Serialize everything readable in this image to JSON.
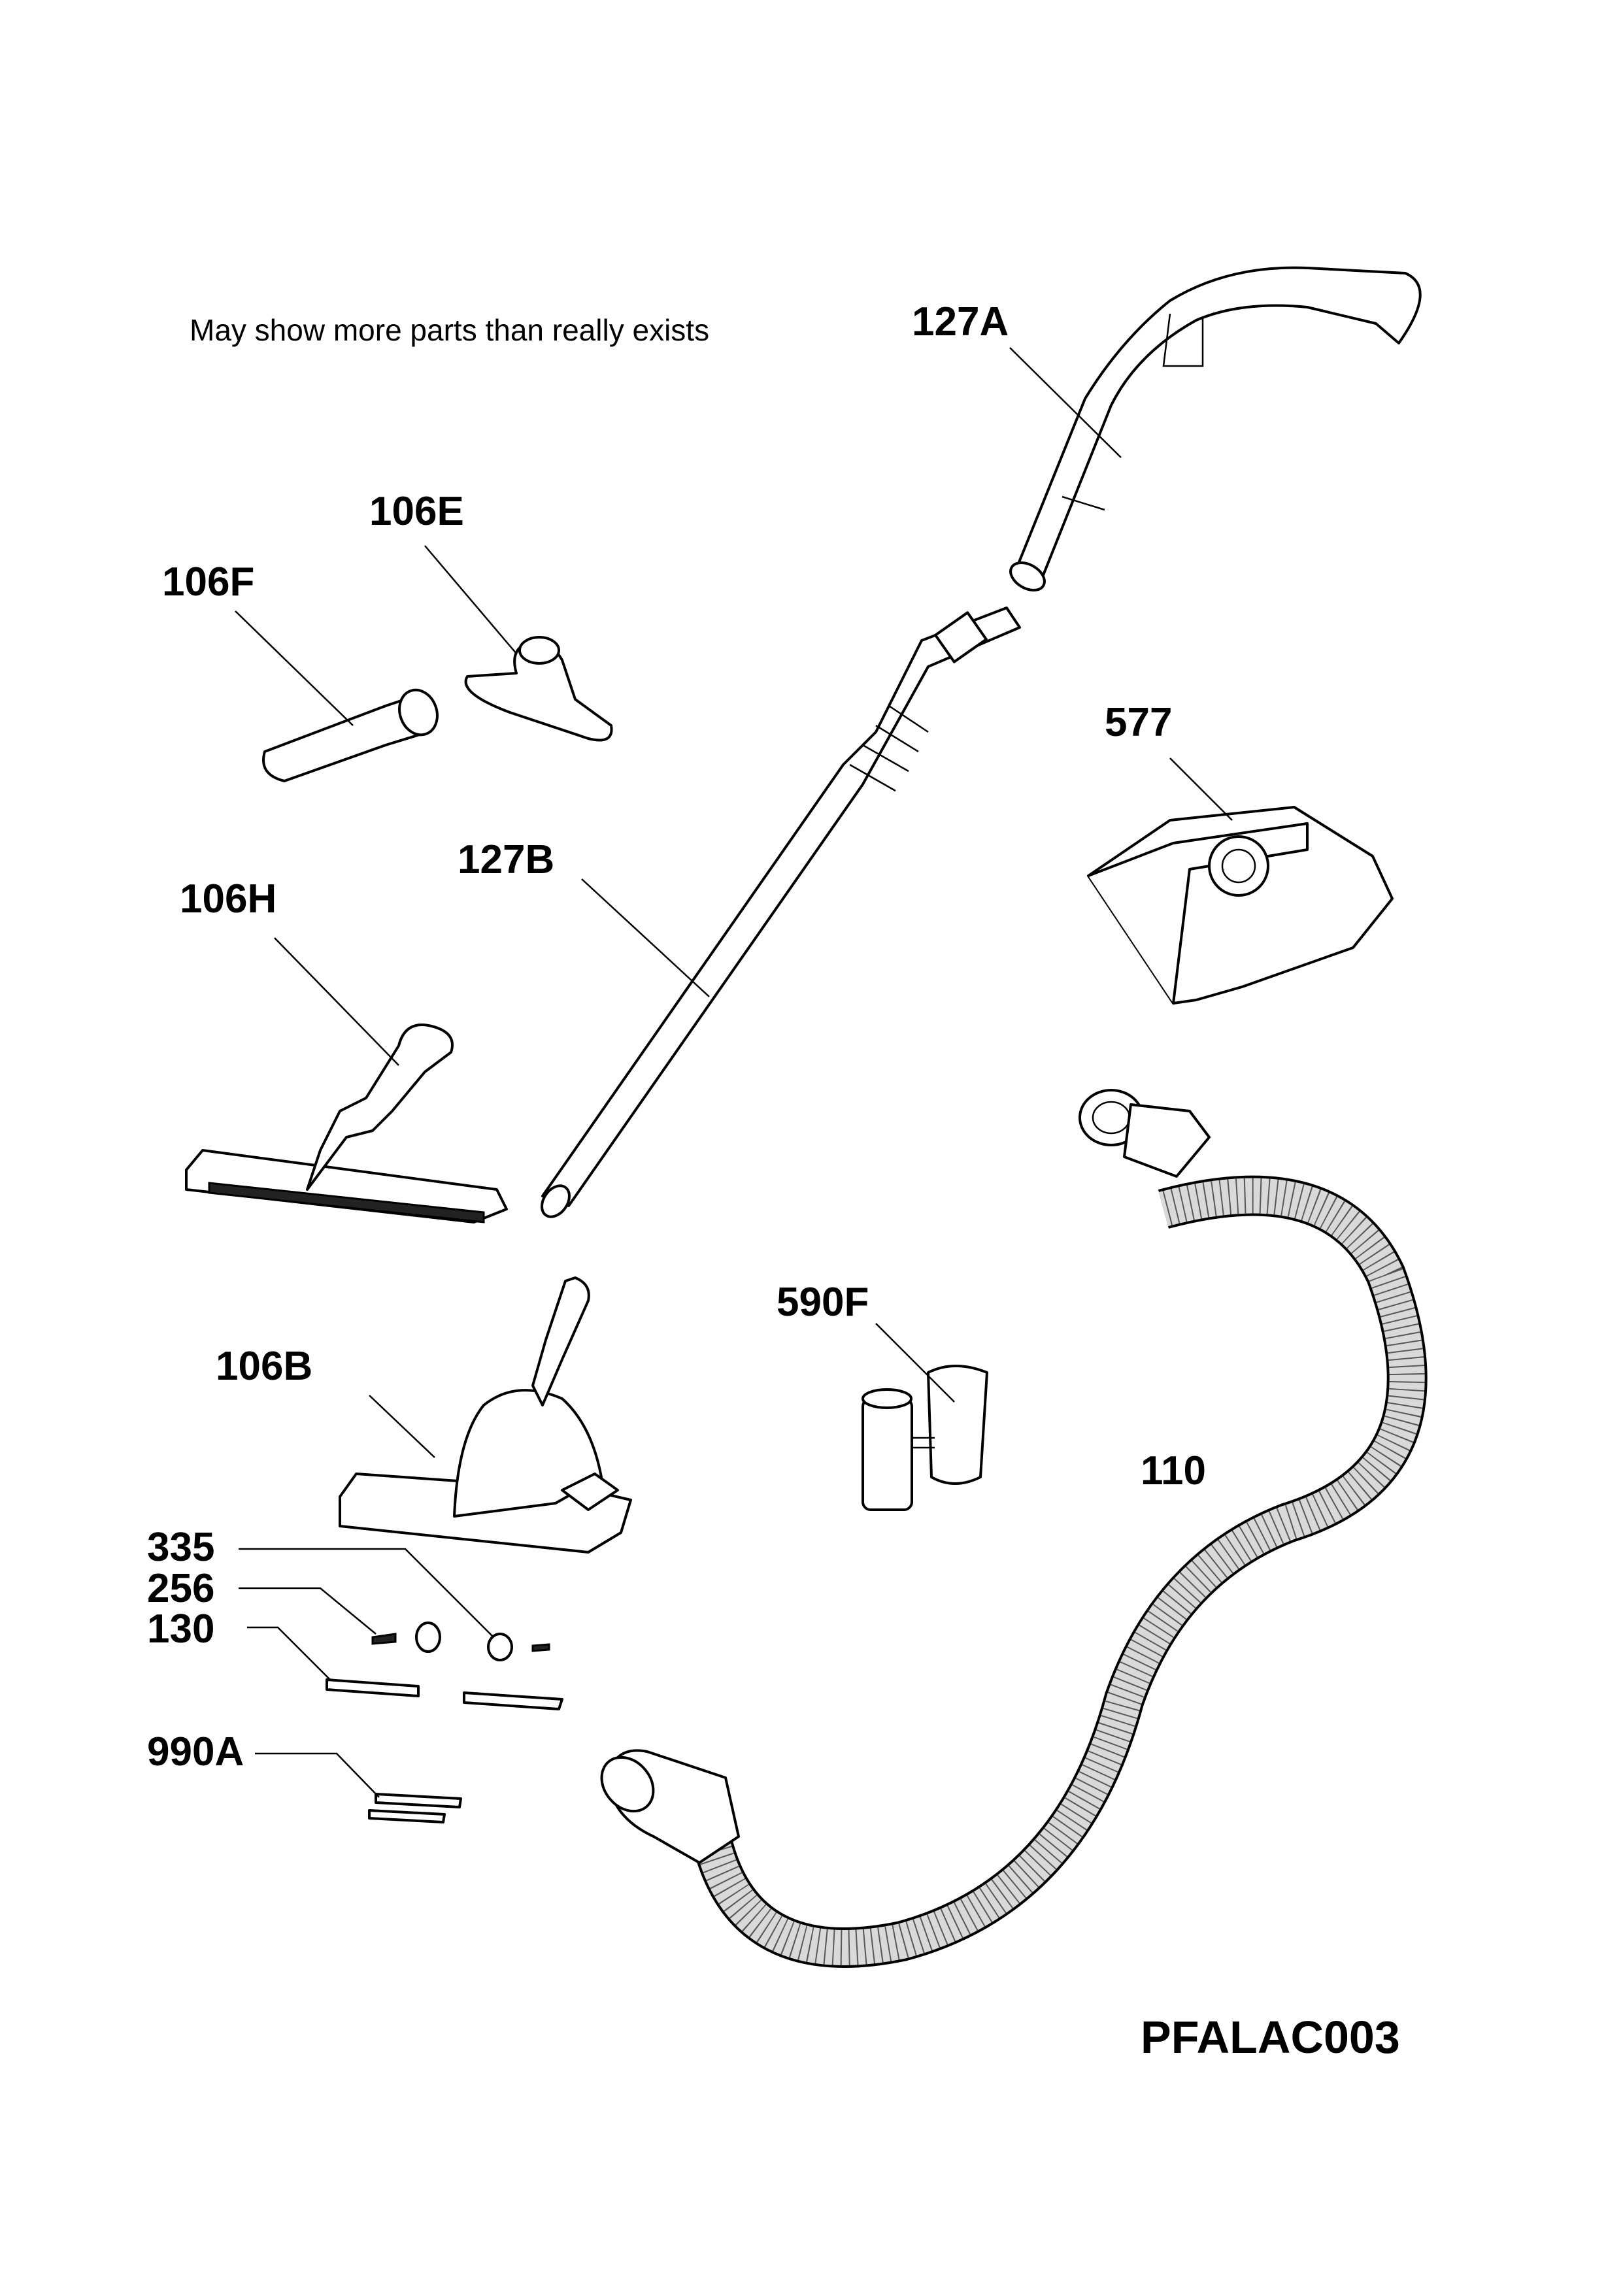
{
  "note": "May show more parts than really exists",
  "drawing_code": "PFALAC003",
  "labels": {
    "p127A": "127A",
    "p106E": "106E",
    "p106F": "106F",
    "p577": "577",
    "p127B": "127B",
    "p106H": "106H",
    "p590F": "590F",
    "p106B": "106B",
    "p110": "110",
    "p335": "335",
    "p256": "256",
    "p130": "130",
    "p990A": "990A"
  }
}
